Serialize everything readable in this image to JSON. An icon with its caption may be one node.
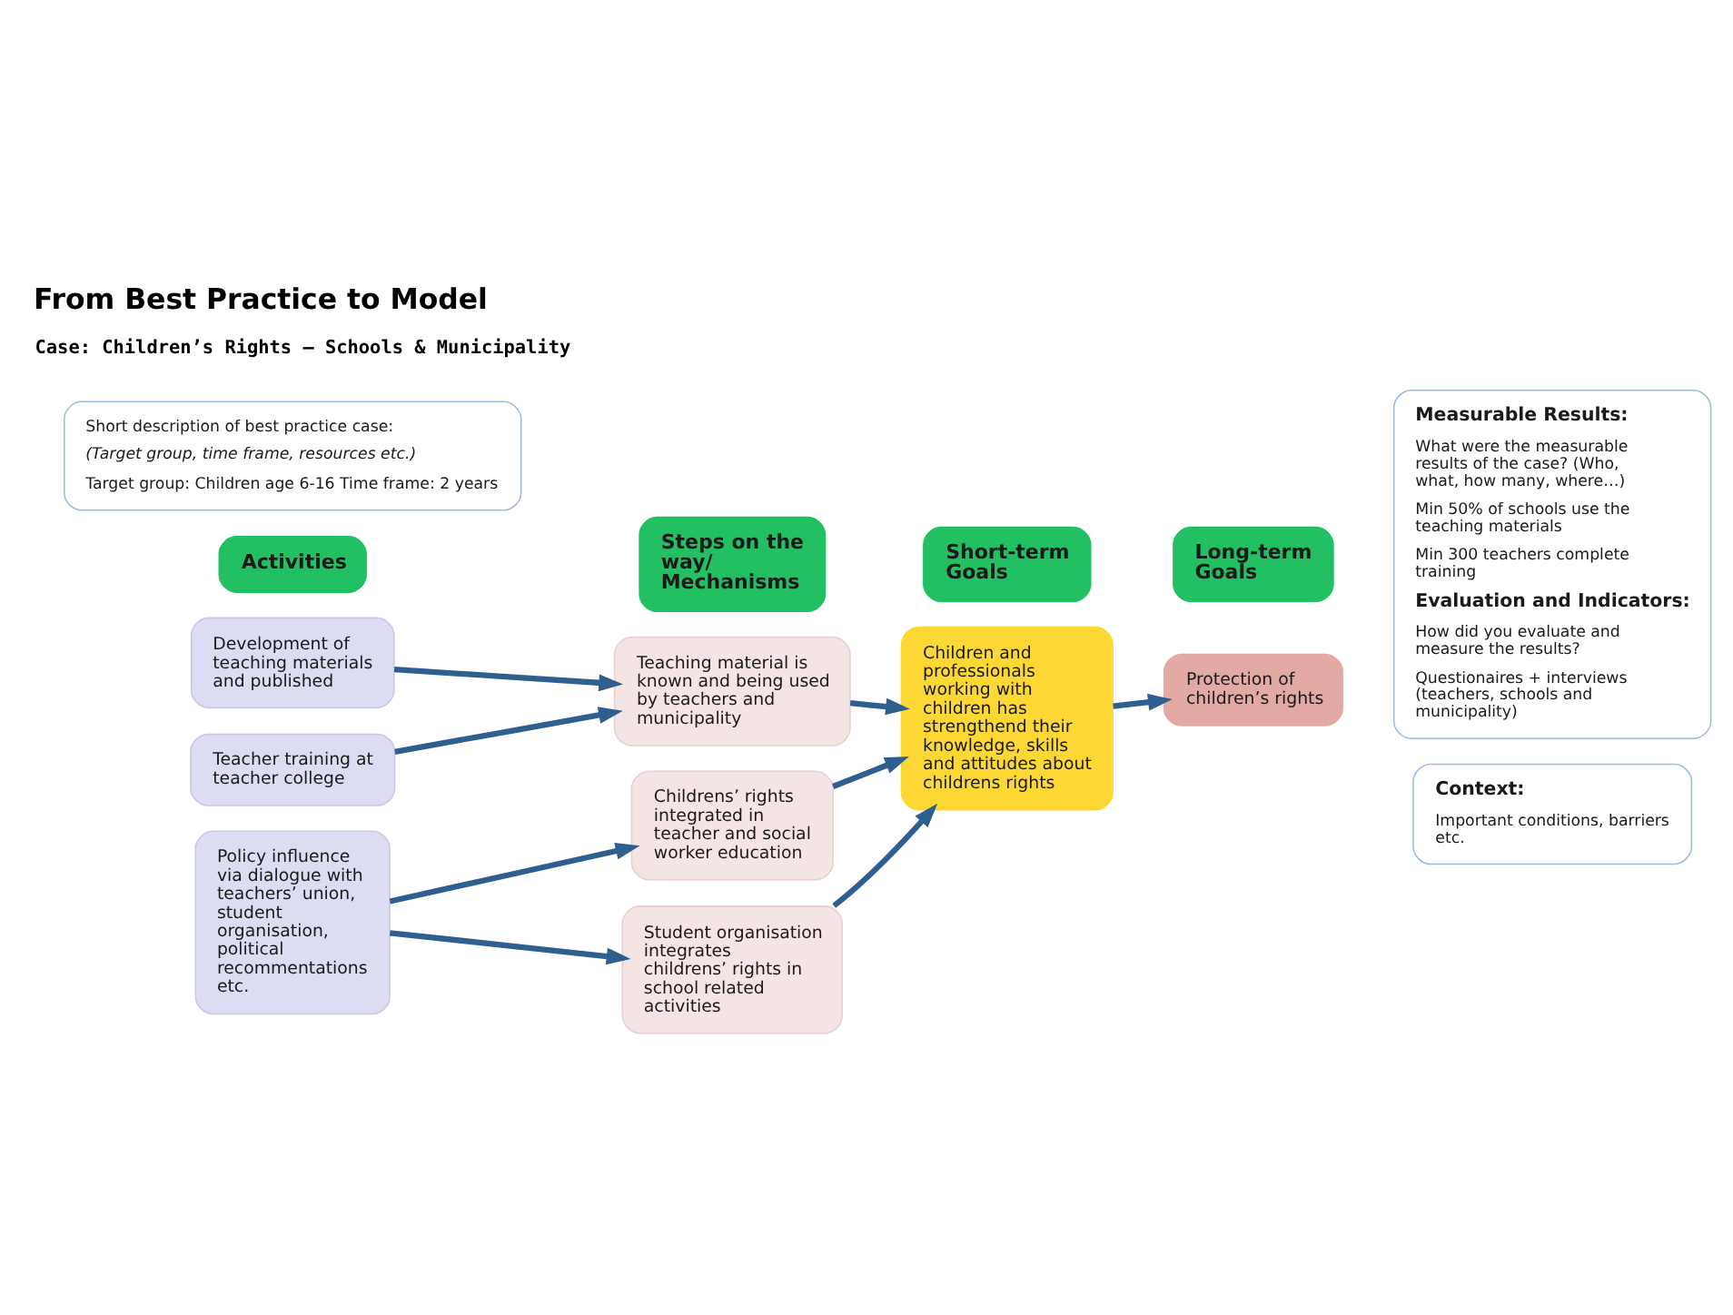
{
  "diagram": {
    "title": "From Best Practice to Model",
    "nodes": [
      {
        "text": [
          "Short description of best practice case:",
          "(Target group, time frame, resources etc.)",
          "Target group: Children age 6-16 Time frame: 2 years"
        ]
      },
      {
        "text": [
          "Activities"
        ]
      },
      {
        "text": [
          "Steps on the way/ Mechanisms"
        ]
      },
      {
        "text": [
          "Short-term Goals"
        ]
      },
      {
        "text": [
          "Long-term Goals"
        ]
      },
      {
        "text": [
          "Development of teaching materials and published"
        ]
      },
      {
        "text": [
          "Teacher training at teacher college"
        ]
      },
      {
        "text": [
          "Policy influence via dialogue with teachers’ union, student organisation, political recommentations etc."
        ]
      },
      {
        "text": [
          "Teaching material is known and being used by teachers and municipality"
        ]
      },
      {
        "text": [
          "Childrens’ rights integrated in teacher and social worker education"
        ]
      },
      {
        "text": [
          "Student organisation integrates childrens’ rights in school related activities"
        ]
      },
      {
        "text": [
          "Children and professionals working with children has strengthend their knowledge, skills and attitudes about childrens rights"
        ]
      },
      {
        "text": [
          "Protection of children’s rights"
        ]
      },
      {
        "text": [
          "Measurable Results:",
          "What were the measurable results of the case? (Who, what, how many, where…)",
          "Min 50% of schools use the teaching materials",
          "Min 300 teachers complete training",
          "Evaluation and Indicators:",
          "How did you evaluate and measure the results?",
          "Questionaires + interviews (teachers, schools and municipality)"
        ]
      },
      {
        "text": [
          "Context:",
          "Important conditions, barriers etc."
        ]
      }
    ],
    "edges": [
      {
        "from": 5,
        "to": 8,
        "arrow": "to"
      },
      {
        "from": 6,
        "to": 8,
        "arrow": "to"
      },
      {
        "from": 7,
        "to": 9,
        "arrow": "to"
      },
      {
        "from": 7,
        "to": 10,
        "arrow": "to"
      },
      {
        "from": 8,
        "to": 11,
        "arrow": "to"
      },
      {
        "from": 9,
        "to": 11,
        "arrow": "to"
      },
      {
        "from": 10,
        "to": 11,
        "arrow": "to"
      },
      {
        "from": 11,
        "to": 12,
        "arrow": "to"
      }
    ],
    "labels": [
      "Case: Children’s Rights – Schools & Municipality"
    ]
  }
}
